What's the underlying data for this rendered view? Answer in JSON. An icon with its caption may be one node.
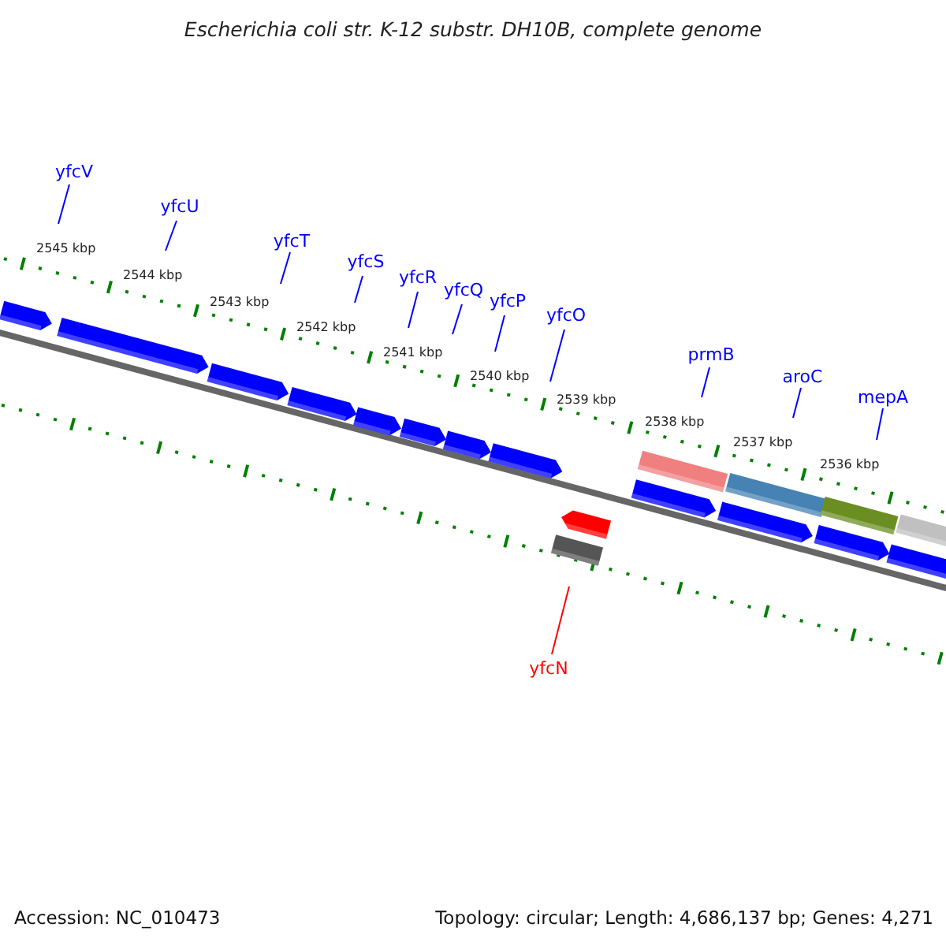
{
  "diagram": {
    "title": "Escherichia coli str. K-12 substr. DH10B, complete genome",
    "nodes": [
      {
        "text": [
          "yfcV"
        ]
      },
      {
        "text": [
          "yfcU"
        ]
      },
      {
        "text": [
          "yfcT"
        ]
      },
      {
        "text": [
          "yfcS"
        ]
      },
      {
        "text": [
          "yfcR"
        ]
      },
      {
        "text": [
          "yfcQ"
        ]
      },
      {
        "text": [
          "yfcP"
        ]
      },
      {
        "text": [
          "yfcO"
        ]
      },
      {
        "text": [
          "prmB"
        ]
      },
      {
        "text": [
          "aroC"
        ]
      },
      {
        "text": [
          "mepA"
        ]
      },
      {
        "text": [
          "yfcN"
        ]
      }
    ],
    "edges": [
      {
        "from": 0,
        "to": null,
        "arrow": "none"
      },
      {
        "from": 1,
        "to": null,
        "arrow": "none"
      },
      {
        "from": 2,
        "to": null,
        "arrow": "none"
      },
      {
        "from": 3,
        "to": null,
        "arrow": "none"
      },
      {
        "from": 4,
        "to": null,
        "arrow": "none"
      },
      {
        "from": 5,
        "to": null,
        "arrow": "none"
      },
      {
        "from": 6,
        "to": null,
        "arrow": "none"
      },
      {
        "from": 7,
        "to": null,
        "arrow": "none"
      },
      {
        "from": 8,
        "to": null,
        "arrow": "none"
      },
      {
        "from": 9,
        "to": null,
        "arrow": "none"
      },
      {
        "from": 10,
        "to": null,
        "arrow": "none"
      },
      {
        "from": 11,
        "to": null,
        "arrow": "none",
        "color": "#ff0000"
      }
    ],
    "labels": [
      "2545 kbp",
      "2544 kbp",
      "2543 kbp",
      "2542 kbp",
      "2541 kbp",
      "2540 kbp",
      "2539 kbp",
      "2538 kbp",
      "2537 kbp",
      "2536 kbp",
      "Accession: NC_010473",
      "Topology: circular; Length: 4,686,137 bp; Genes: 4,271"
    ]
  }
}
